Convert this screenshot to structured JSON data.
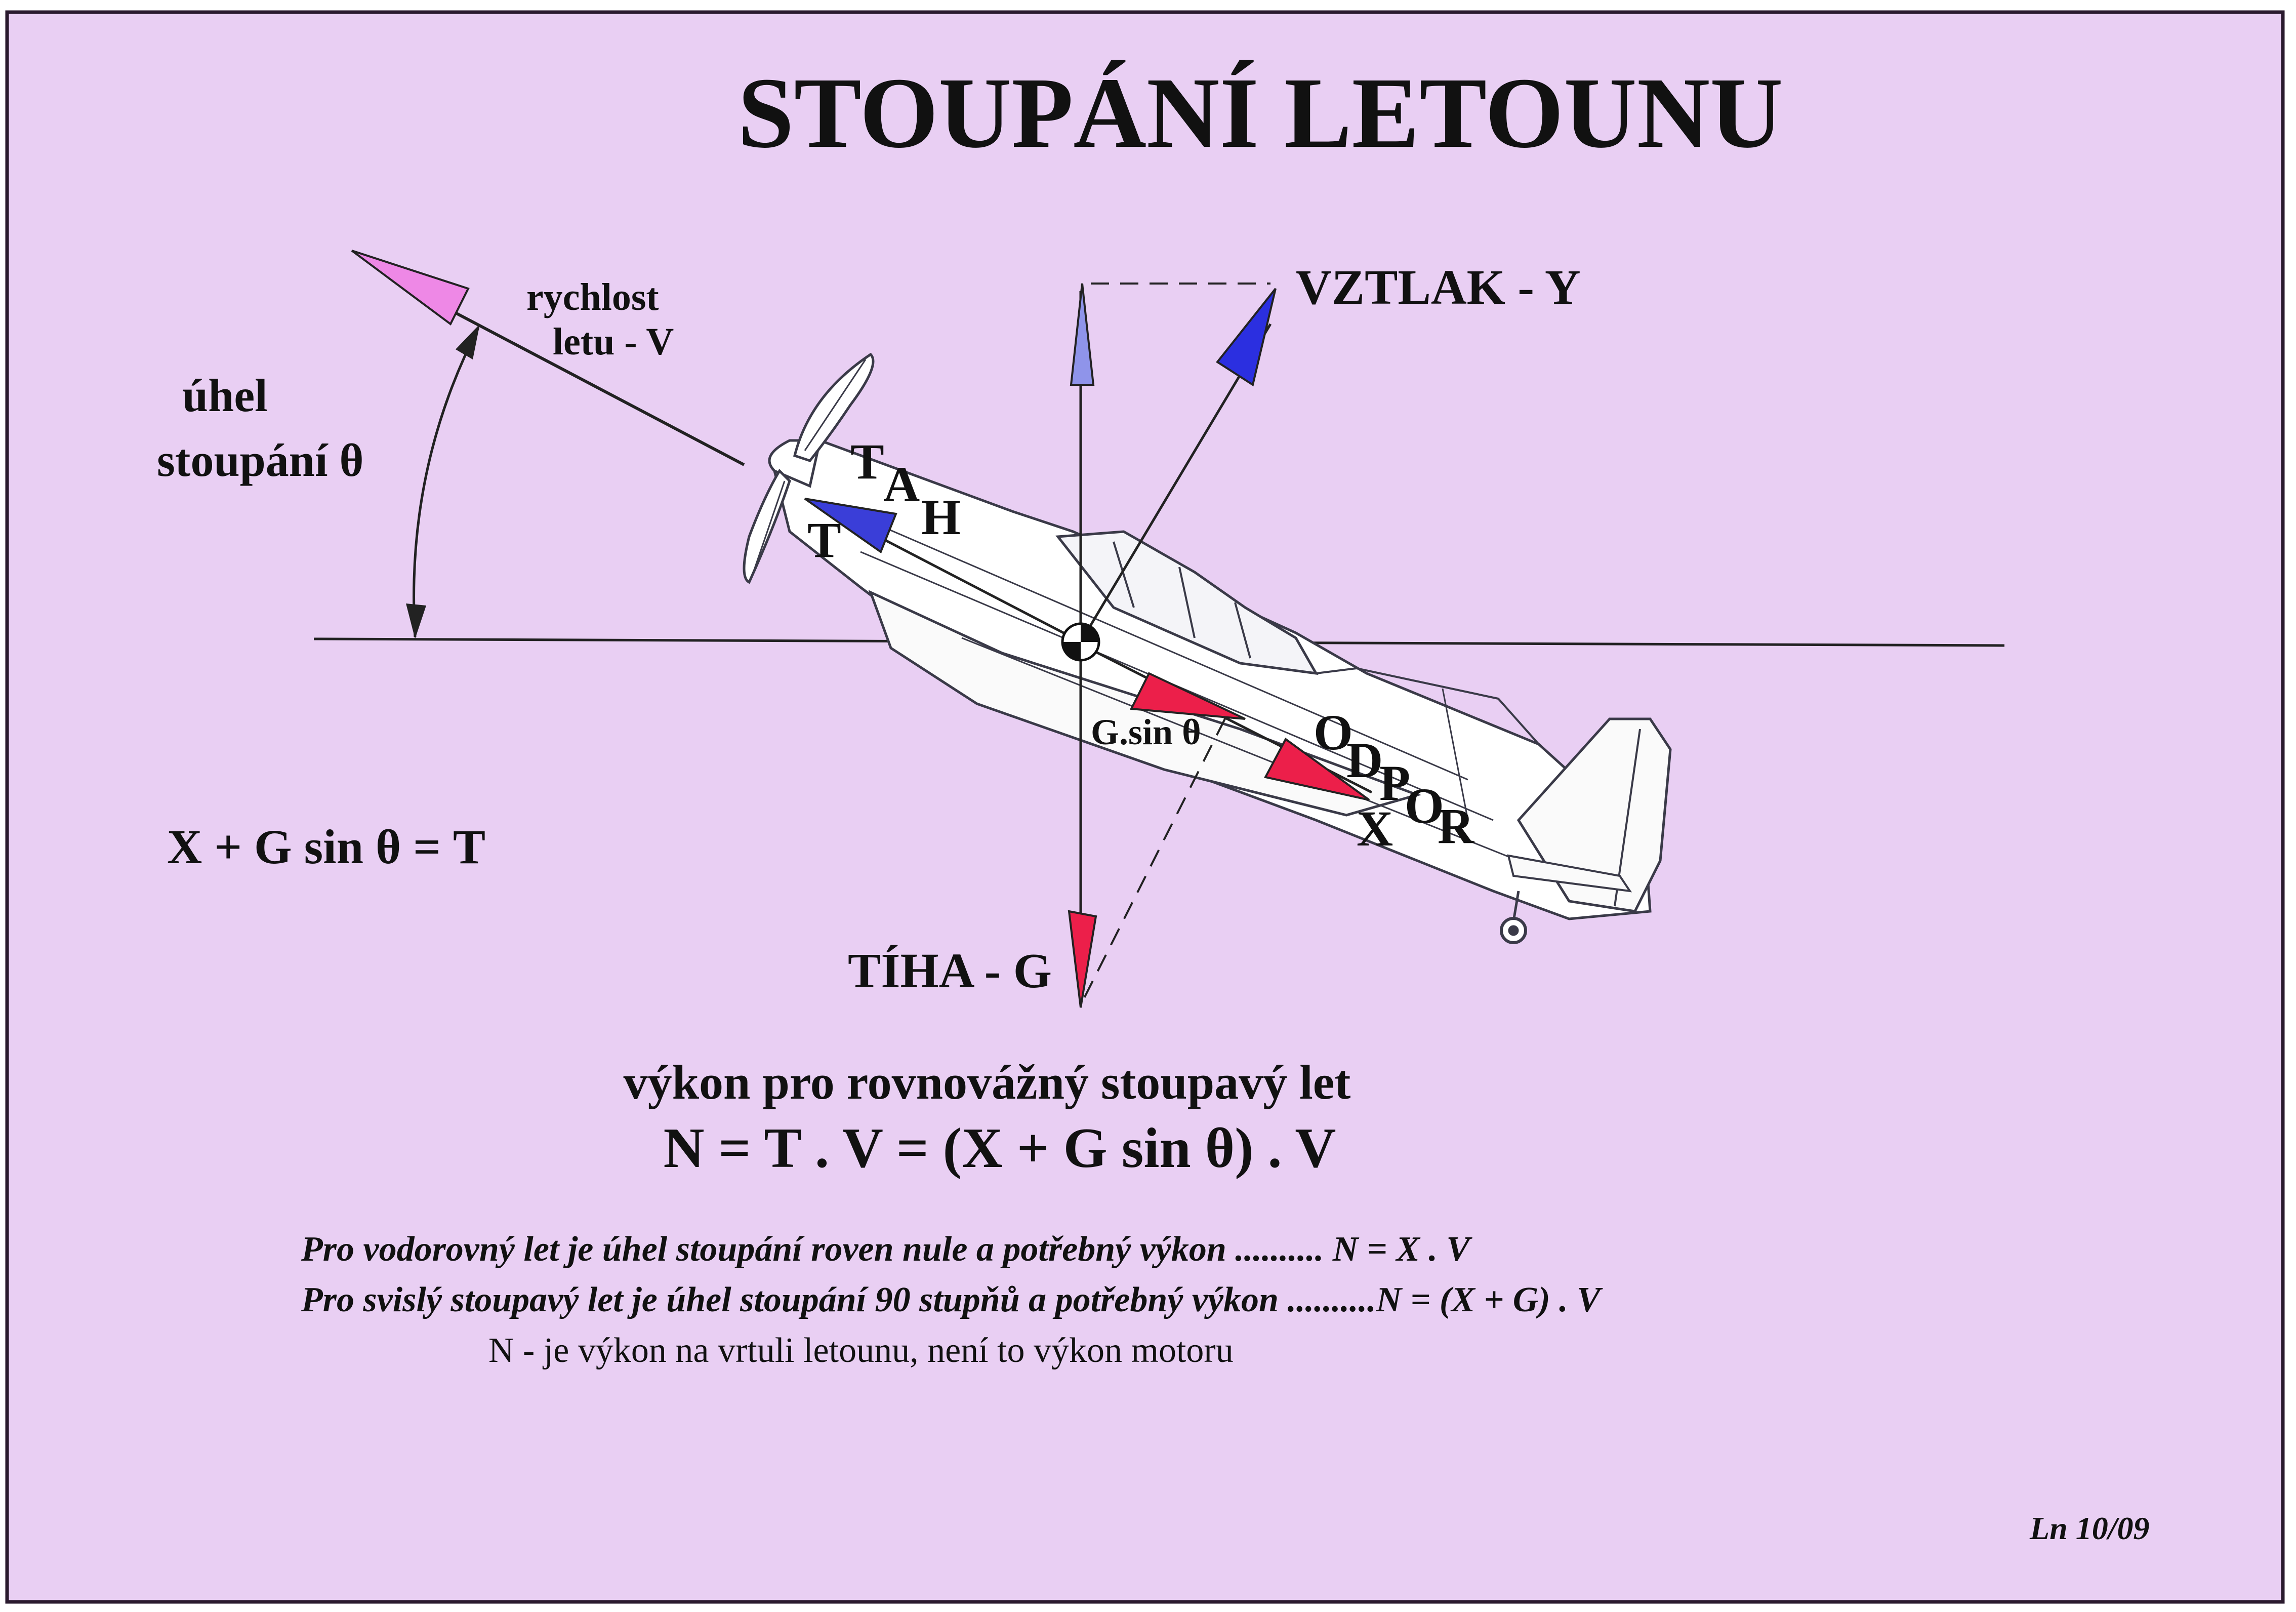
{
  "title": "STOUPÁNÍ  LETOUNU",
  "colors": {
    "background": "#e9cff3",
    "border": "#2a1a2e",
    "velocity_arrow": "#ee88e6",
    "lift_arrow": "#2b2fe0",
    "lift_vertical_arrow": "#8f94ea",
    "weight_arrow": "#ec1f4a",
    "drag_arrow": "#ec1f4a",
    "thrust_arrow": "#3a3ed8",
    "plane_fill": "#ffffff",
    "plane_stroke": "#3a3a48"
  },
  "labels": {
    "speed_line1": "rychlost",
    "speed_line2": "letu - V",
    "angle_line1": "úhel",
    "angle_line2": "stoupání  θ",
    "lift": "VZTLAK  - Y",
    "thrust_letters": [
      "T",
      "A",
      "H"
    ],
    "thrust_symbol": "T",
    "gsin": "G.sin θ",
    "drag_letters": [
      "O",
      "D",
      "P",
      "O",
      "R"
    ],
    "drag_symbol": "X",
    "weight": "TÍHA - G",
    "balance_equation": "X + G sin θ = T"
  },
  "text": {
    "power_heading": "výkon pro rovnovážný stoupavý let",
    "power_equation": "N = T . V = (X + G sin θ) . V",
    "note1": "Pro vodorovný let je úhel stoupání roven nule a potřebný výkon .......... N = X . V",
    "note2": "Pro svislý stoupavý let je úhel stoupání 90 stupňů a potřebný výkon ..........N = (X + G) . V",
    "note3": "N - je výkon na vrtuli letounu, není to výkon motoru",
    "signature": "Ln 10/09"
  },
  "icons": {
    "center_of_gravity": "cg-target-icon",
    "propeller": "propeller-icon",
    "airplane": "airplane-icon"
  }
}
